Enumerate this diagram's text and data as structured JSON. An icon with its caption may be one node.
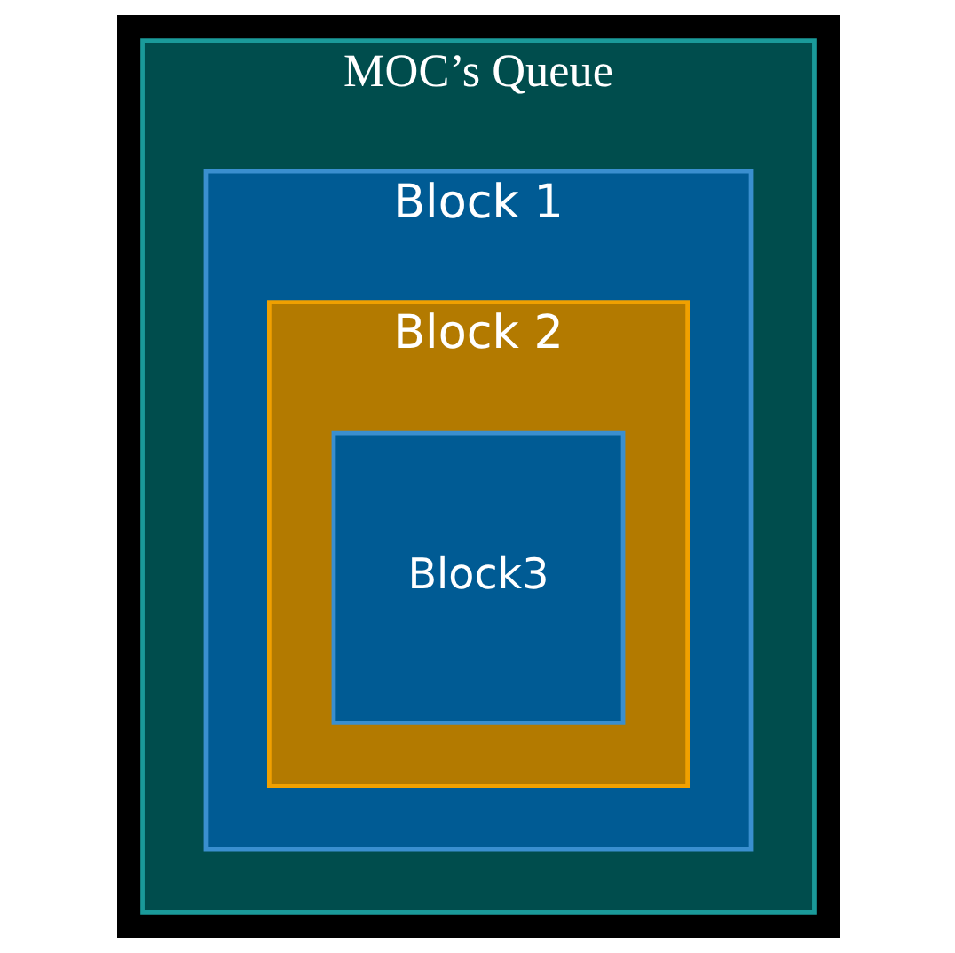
{
  "diagram": {
    "nodes": [
      {
        "text": [
          "MOC’s Queue"
        ]
      },
      {
        "text": [
          "Block 1"
        ],
        "in": 0
      },
      {
        "text": [
          "Block 2"
        ],
        "in": 1
      },
      {
        "text": [
          "Block3"
        ],
        "in": 2
      }
    ]
  }
}
